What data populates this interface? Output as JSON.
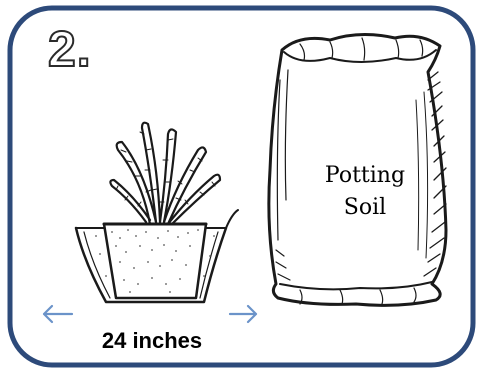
{
  "step_number": "2.",
  "bag_label_line1": "Potting",
  "bag_label_line2": "Soil",
  "width_label": "24 inches",
  "colors": {
    "frame": "#2d4a7a",
    "arrow": "#6b93c9",
    "ink": "#1a1a1a"
  }
}
